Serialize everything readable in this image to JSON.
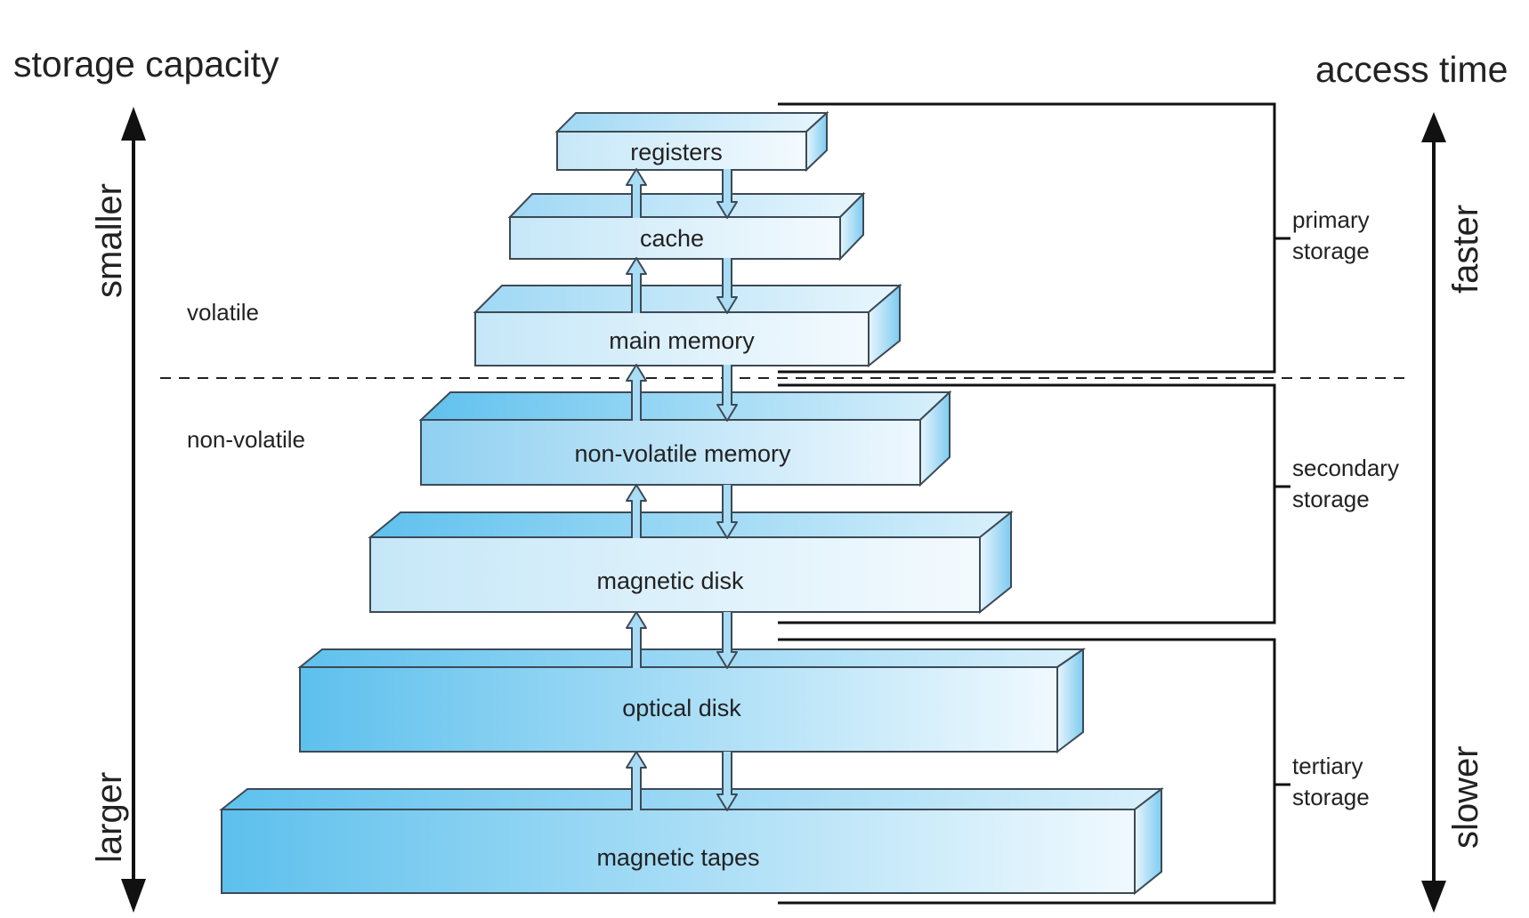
{
  "diagram": {
    "left_axis": {
      "title": "storage capacity",
      "top_label": "smaller",
      "bottom_label": "larger"
    },
    "right_axis": {
      "title": "access time",
      "top_label": "faster",
      "bottom_label": "slower"
    },
    "regions": {
      "volatile": "volatile",
      "non_volatile": "non-volatile"
    },
    "levels": [
      {
        "label": "registers"
      },
      {
        "label": "cache"
      },
      {
        "label": "main memory"
      },
      {
        "label": "non-volatile memory"
      },
      {
        "label": "magnetic disk"
      },
      {
        "label": "optical disk"
      },
      {
        "label": "magnetic tapes"
      }
    ],
    "brackets": [
      {
        "line1": "primary",
        "line2": "storage"
      },
      {
        "line1": "secondary",
        "line2": "storage"
      },
      {
        "line1": "tertiary",
        "line2": "storage"
      }
    ],
    "colors": {
      "box_light": "#f0f9fe",
      "box_mid": "#c8e8f8",
      "box_dark": "#55bdec",
      "box_stroke": "#3d4a55",
      "arrow_fill": "#a9dcf5",
      "line": "#111111"
    }
  }
}
